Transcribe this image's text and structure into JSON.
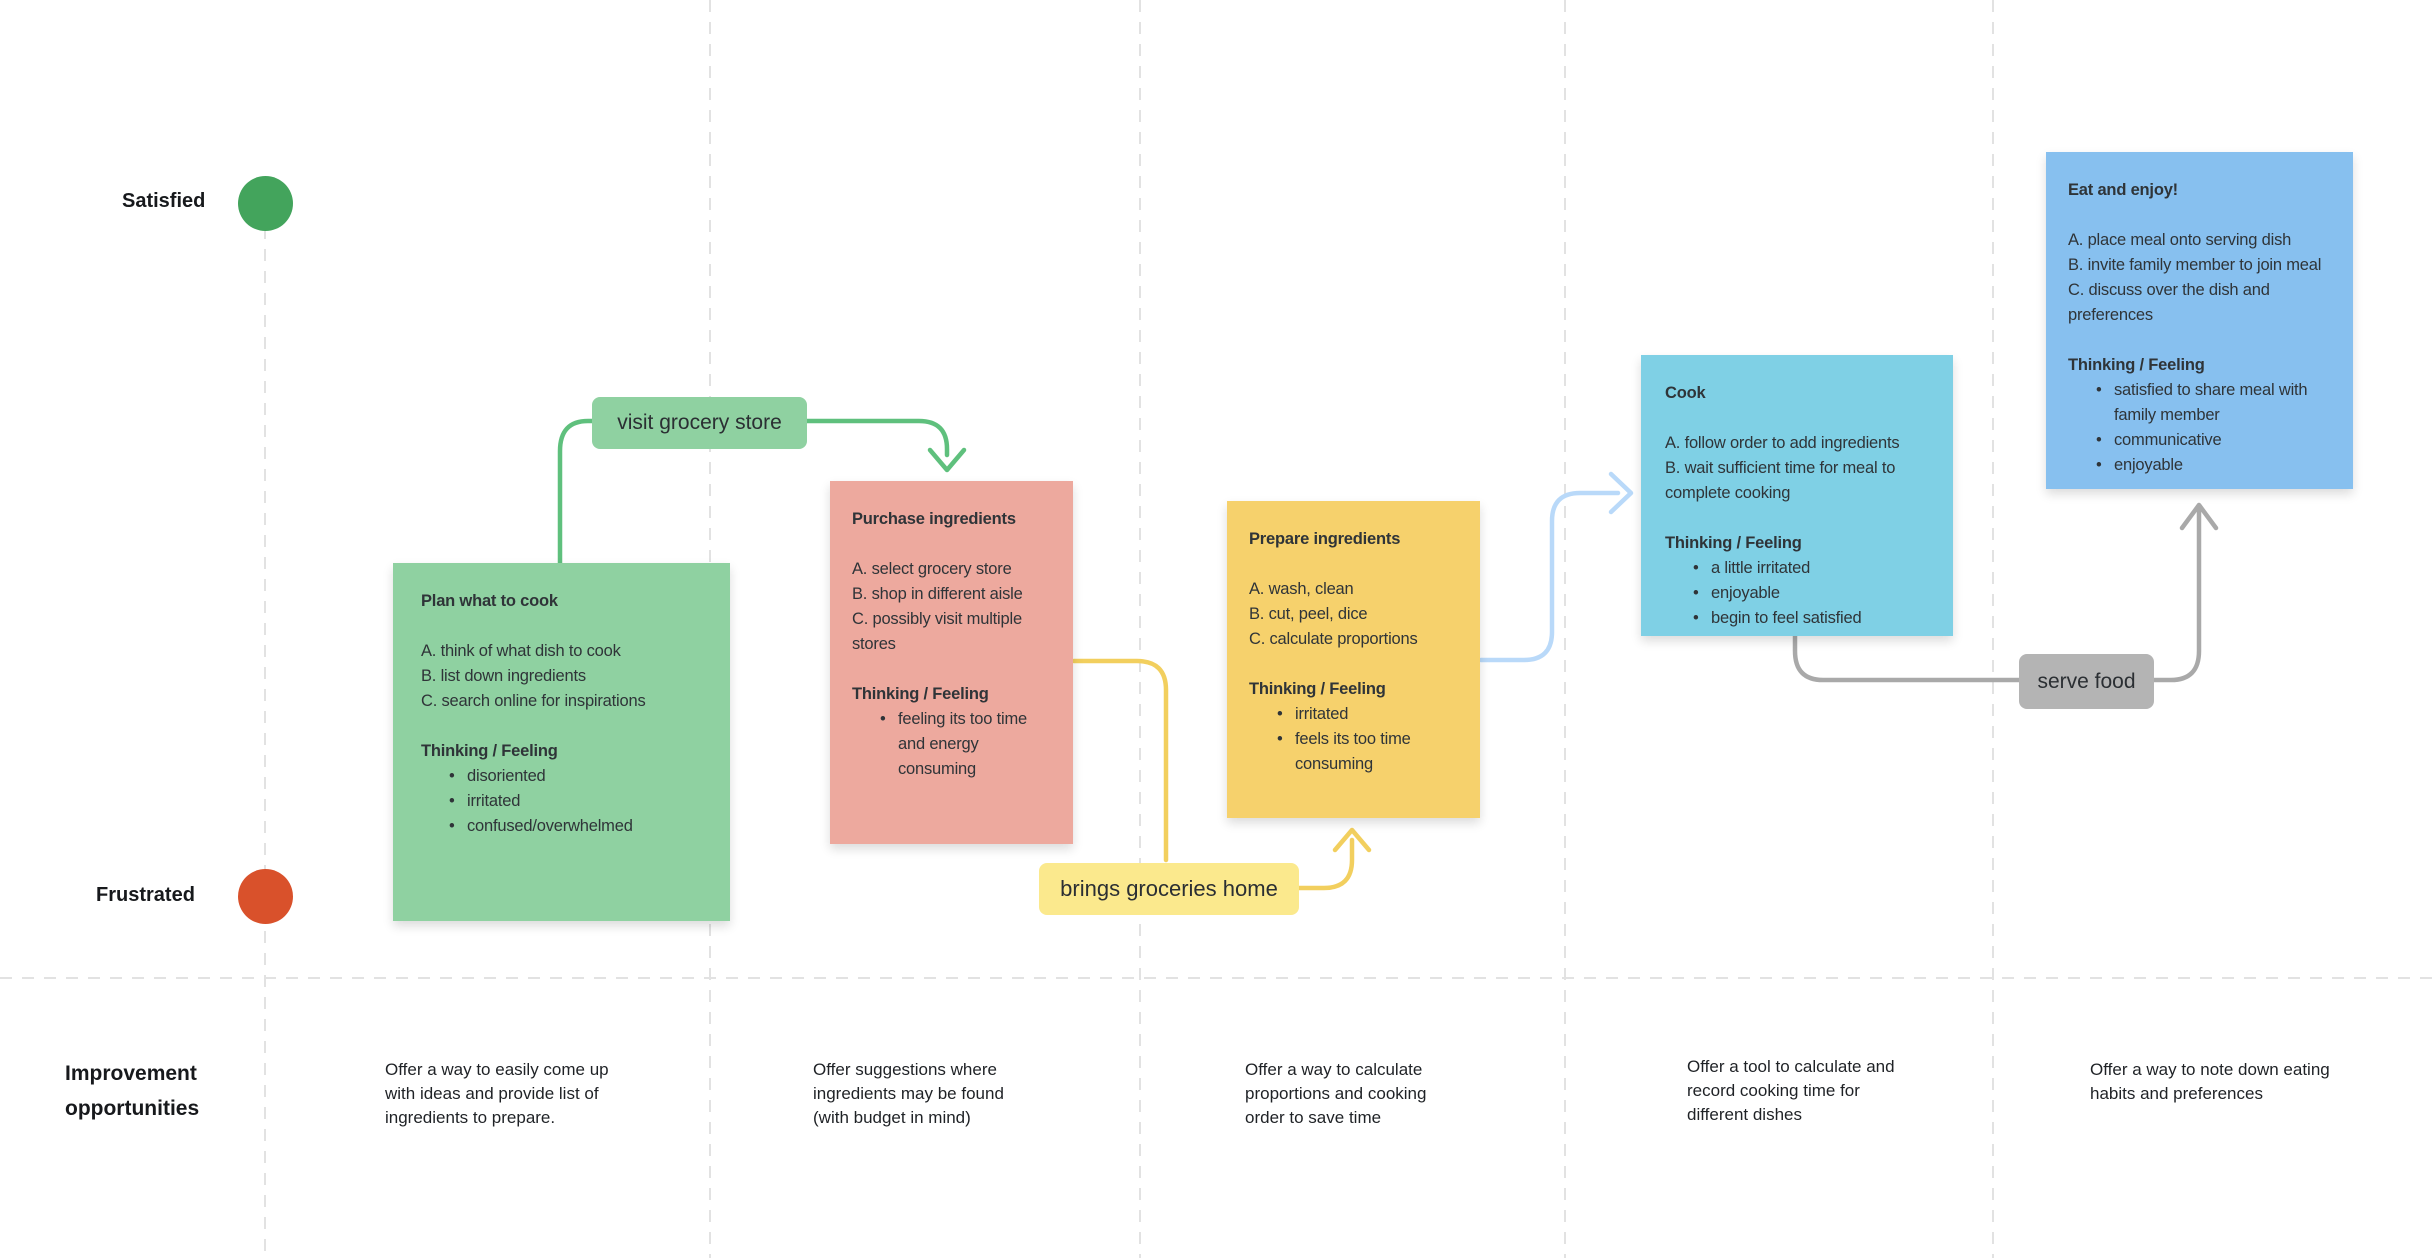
{
  "colors": {
    "background": "#ffffff",
    "grid_dash": "#e2e2e2",
    "satisfied_dot": "#43a45c",
    "frustrated_dot": "#d9512b",
    "note_green": "#8fd1a1",
    "note_pink": "#eda99e",
    "note_yellow": "#f6d16c",
    "note_cyan": "#7fd0e5",
    "note_blue": "#87c0ef",
    "label_light_yellow": "#fbe98d",
    "label_gray": "#b4b4b4",
    "connector_green": "#5fc07d",
    "connector_yellow": "#f2cf5e",
    "connector_blue": "#b9d9f9",
    "connector_gray": "#a9a9a9"
  },
  "emotion_axis": {
    "satisfied": "Satisfied",
    "frustrated": "Frustrated"
  },
  "row_label": "Improvement opportunities",
  "connector_labels": {
    "visit": "visit grocery store",
    "brings": "brings groceries home",
    "serve": "serve food"
  },
  "notes": [
    {
      "title": "Plan what to cook",
      "steps": [
        "A. think of what dish to cook",
        "B. list down ingredients",
        "C. search online for inspirations"
      ],
      "thinking_label": "Thinking / Feeling",
      "feelings": [
        "disoriented",
        "irritated",
        "confused/overwhelmed"
      ]
    },
    {
      "title": "Purchase ingredients",
      "steps": [
        "A. select grocery store",
        "B. shop in different aisle",
        "C. possibly visit multiple stores"
      ],
      "thinking_label": "Thinking / Feeling",
      "feelings": [
        "feeling its too time and energy consuming"
      ]
    },
    {
      "title": "Prepare ingredients",
      "steps": [
        "A. wash, clean",
        "B. cut, peel, dice",
        "C. calculate proportions"
      ],
      "thinking_label": "Thinking / Feeling",
      "feelings": [
        "irritated",
        "feels its too time consuming"
      ]
    },
    {
      "title": "Cook",
      "steps": [
        "A. follow order to add ingredients",
        "B. wait sufficient time for meal to complete cooking"
      ],
      "thinking_label": "Thinking / Feeling",
      "feelings": [
        "a little irritated",
        "enjoyable",
        "begin to feel satisfied"
      ]
    },
    {
      "title": "Eat and enjoy!",
      "steps": [
        "A. place meal onto serving dish",
        "B. invite family member to join meal",
        "C. discuss over the dish and preferences"
      ],
      "thinking_label": "Thinking / Feeling",
      "feelings": [
        "satisfied to share meal with family member",
        "communicative",
        "enjoyable"
      ]
    }
  ],
  "improvements": [
    "Offer a way to easily come up with ideas and provide list of ingredients to prepare.",
    "Offer suggestions where ingredients may be found (with budget in mind)",
    "Offer a way to calculate proportions and cooking order to save time",
    "Offer a tool to calculate and record cooking time for different dishes",
    "Offer a way to note down eating habits and preferences"
  ]
}
